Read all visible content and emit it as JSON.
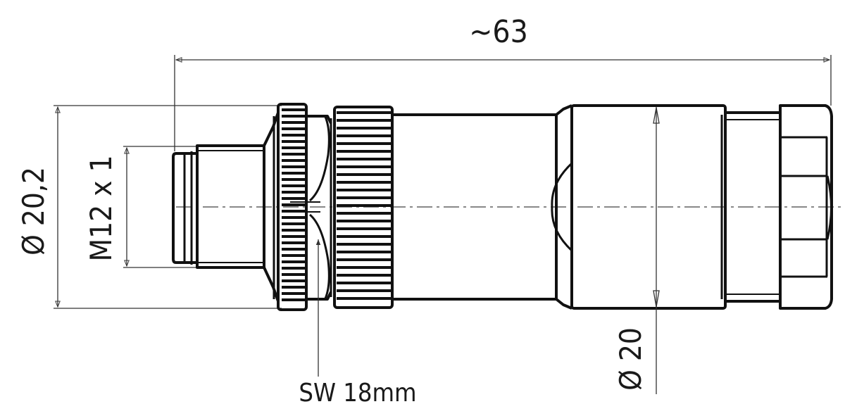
{
  "drawing": {
    "overall_length_label": "~63",
    "diameter_nut_label": "Ø 20,2",
    "thread_label": "M12 x 1",
    "wrench_size_label": "SW 18mm",
    "diameter_body_label": "Ø 20"
  }
}
